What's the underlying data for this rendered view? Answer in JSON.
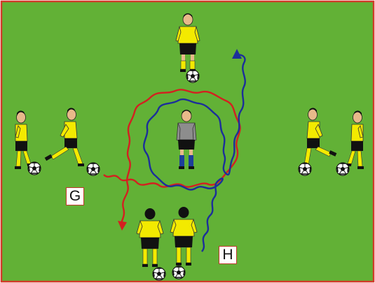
{
  "colors": {
    "grass": "#62b136",
    "border": "#d23a2a",
    "shirt": "#f3ea00",
    "shorts": "#111111",
    "keeper_shirt": "#8d8d8d",
    "keeper_socks": "#1d3f9a",
    "red_path": "#d42020",
    "blue_path": "#1c2f9a"
  },
  "labels": {
    "g": "G",
    "h": "H"
  },
  "icons": [
    "player",
    "goalkeeper",
    "soccer-ball",
    "dribble-path-red",
    "dribble-path-blue"
  ]
}
